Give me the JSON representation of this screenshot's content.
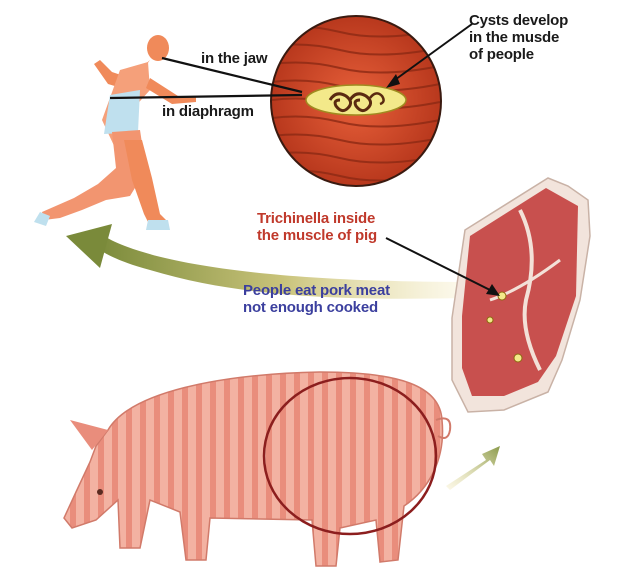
{
  "labels": {
    "jaw": "in the jaw",
    "diaphragm": "in diaphragm",
    "cysts": [
      "Cysts develop",
      "in the musde",
      "of people"
    ],
    "trichinella": [
      "Trichinella inside",
      "the muscle of pig"
    ],
    "people_eat": [
      "People eat pork meat",
      "not enough cooked"
    ]
  },
  "colors": {
    "muscle_red": "#d4492a",
    "pig_pink": "#f0a596",
    "runner_skin": "#f08a5a",
    "label_red": "#c0392b",
    "label_blue": "#3b3f9e",
    "arrow_green": "#8a9a4a"
  }
}
